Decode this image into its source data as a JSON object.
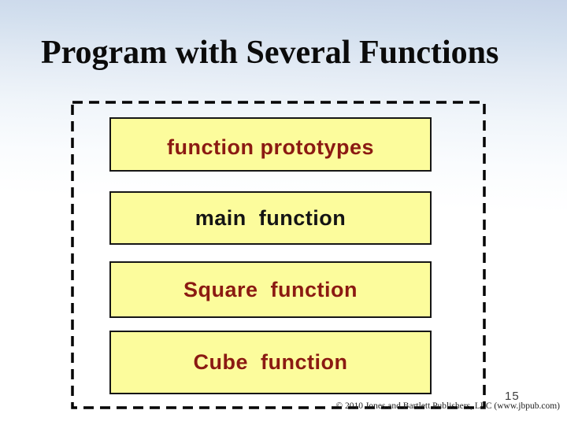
{
  "slide": {
    "title": "Program with Several Functions",
    "page_number": "15",
    "copyright": "© 2010 Jones and Bartlett Publishers, LLC (www.jbpub.com)",
    "boxes": [
      {
        "label": "function prototypes",
        "color": "#8b1a12"
      },
      {
        "label": "main  function",
        "color": "#141414"
      },
      {
        "label": "Square  function",
        "color": "#8b1a12"
      },
      {
        "label": "Cube  function",
        "color": "#8b1a12"
      }
    ],
    "colors": {
      "background_top": "#c8d5e9",
      "background_bottom": "#ffffff",
      "box_fill": "#fcfc9c",
      "box_border": "#161616",
      "dashed_border": "#000000",
      "dark_red_text": "#8b1a12"
    }
  }
}
